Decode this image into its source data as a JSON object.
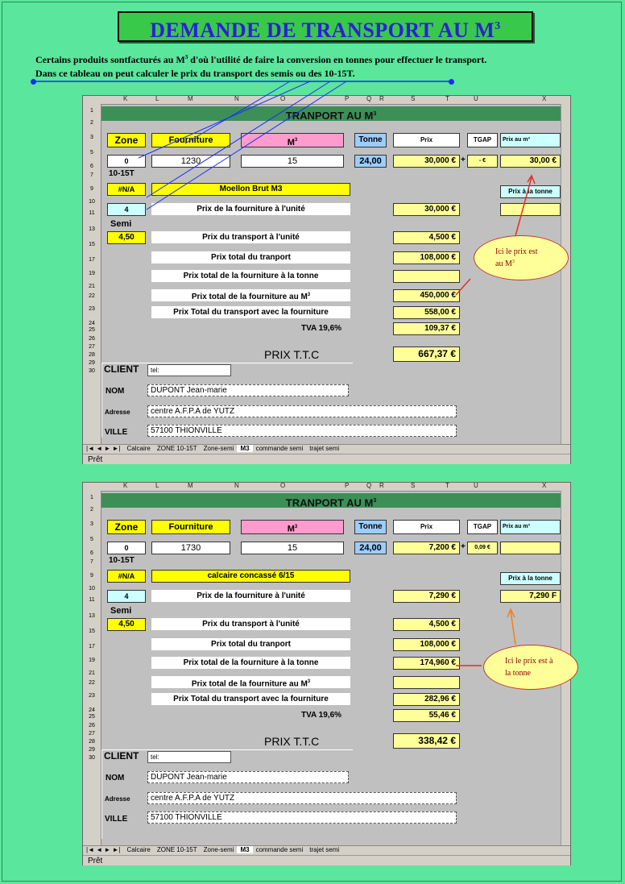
{
  "title": {
    "main": "DEMANDE DE TRANSPORT AU M",
    "sup": "3"
  },
  "intro": {
    "line1_a": "Certains produits sontfacturés au M",
    "line1_sup": "3",
    "line1_b": " d'où l'utilité de faire la conversion en tonnes pour effectuer le transport.",
    "line2": "Dans ce tableau on peut calculer le prix du transport des semis ou des 10-15T."
  },
  "sheets": [
    {
      "header": "TRANPORT AU M",
      "header_sup": "3",
      "columns": [
        "K",
        "L",
        "M",
        "N",
        "O",
        "P",
        "Q",
        "R",
        "S",
        "T",
        "U",
        "X"
      ],
      "rows": [
        "1",
        "2",
        "3",
        "5",
        "6",
        "7",
        "9",
        "10",
        "11",
        "13",
        "15",
        "17",
        "19",
        "21",
        "22",
        "23",
        "24",
        "25",
        "26",
        "27",
        "28",
        "29",
        "30"
      ],
      "zone_label": "Zone",
      "fourniture_label": "Fourniture",
      "m3_label": "M",
      "m3_sup": "3",
      "tonne_label": "Tonne",
      "prix_label": "Prix",
      "tgap_label": "TGAP",
      "prix_au_m3_label": "Prix au m³",
      "zone_value": "0",
      "fourniture_value": "1230",
      "m3_value": "15",
      "tonne_value": "24,00",
      "prix_value": "30,000 €",
      "plus": "+",
      "tgap_value": "-    €",
      "prix_au_m3_value": "30,00 €",
      "zone_1015": "10-15T",
      "na": "#N/A",
      "product": "Moellon Brut M3",
      "prix_a_la_tonne_label": "Prix à la tonne",
      "row9_value": "4",
      "semi_label": "Semi",
      "semi_value": "4,50",
      "labels": {
        "fourniture_unite": "Prix de la fourniture à l'unité",
        "transport_unite": "Prix du transport à l'unité",
        "total_transport": "Prix total du tranport",
        "total_fourniture_tonne": "Prix total de la fourniture à la tonne",
        "total_fourniture_m3": "Prix total de la fourniture au M",
        "total_transport_fourniture": "Prix Total du transport avec la fourniture",
        "tva": "TVA 19,6%",
        "ttc": "PRIX T.T.C"
      },
      "values": {
        "fourniture_unite": "30,000 €",
        "transport_unite": "4,500 €",
        "total_transport": "108,000 €",
        "total_fourniture_tonne": "",
        "total_fourniture_m3": "450,000 €",
        "total_transport_fourniture": "558,00 €",
        "tva": "109,37 €",
        "ttc": "667,37 €"
      },
      "prix_tonne_value": "",
      "client_label": "CLIENT",
      "tel_label": "tel:",
      "nom_label": "NOM",
      "nom_value": "DUPONT Jean-marie",
      "adresse_label": "Adresse",
      "adresse_value": "centre A.F.P.A de YUTZ",
      "ville_label": "VILLE",
      "ville_value": "57100  THIONVILLE",
      "tabs": [
        "Calcaire",
        "ZONE 10-15T",
        "Zone-semi",
        "M3",
        "commande semi",
        "trajet semi"
      ],
      "active_tab": "M3",
      "status": "Prêt",
      "note": {
        "line1": "Ici le prix est",
        "line2": "au M",
        "sup": "3"
      }
    },
    {
      "header": "TRANPORT AU M",
      "header_sup": "3",
      "columns": [
        "K",
        "L",
        "M",
        "N",
        "O",
        "P",
        "Q",
        "R",
        "S",
        "T",
        "U",
        "X"
      ],
      "rows": [
        "1",
        "2",
        "3",
        "5",
        "6",
        "7",
        "9",
        "10",
        "11",
        "13",
        "15",
        "17",
        "19",
        "21",
        "22",
        "23",
        "24",
        "25",
        "26",
        "27",
        "28",
        "29",
        "30"
      ],
      "zone_label": "Zone",
      "fourniture_label": "Fourniture",
      "m3_label": "M",
      "m3_sup": "3",
      "tonne_label": "Tonne",
      "prix_label": "Prix",
      "tgap_label": "TGAP",
      "prix_au_m3_label": "Prix au m³",
      "zone_value": "0",
      "fourniture_value": "1730",
      "m3_value": "15",
      "tonne_value": "24,00",
      "prix_value": "7,200 €",
      "plus": "+",
      "tgap_value": "0,09 €",
      "prix_au_m3_value": "",
      "zone_1015": "10-15T",
      "na": "#N/A",
      "product": "calcaire concassé  6/15",
      "prix_a_la_tonne_label": "Prix à la tonne",
      "row9_value": "4",
      "semi_label": "Semi",
      "semi_value": "4,50",
      "labels": {
        "fourniture_unite": "Prix de la fourniture à l'unité",
        "transport_unite": "Prix du transport à l'unité",
        "total_transport": "Prix total du tranport",
        "total_fourniture_tonne": "Prix total de la fourniture à la tonne",
        "total_fourniture_m3": "Prix total de la fourniture au M",
        "total_transport_fourniture": "Prix Total du transport avec la fourniture",
        "tva": "TVA 19,6%",
        "ttc": "PRIX T.T.C"
      },
      "values": {
        "fourniture_unite": "7,290 €",
        "transport_unite": "4,500 €",
        "total_transport": "108,000 €",
        "total_fourniture_tonne": "174,960 €",
        "total_fourniture_m3": "",
        "total_transport_fourniture": "282,96 €",
        "tva": "55,46 €",
        "ttc": "338,42 €"
      },
      "prix_tonne_value": "7,290 F",
      "client_label": "CLIENT",
      "tel_label": "tel:",
      "nom_label": "NOM",
      "nom_value": "DUPONT Jean-marie",
      "adresse_label": "Adresse",
      "adresse_value": "centre A.F.P.A de YUTZ",
      "ville_label": "VILLE",
      "ville_value": "57100  THIONVILLE",
      "tabs": [
        "Calcaire",
        "ZONE 10-15T",
        "Zone-semi",
        "M3",
        "commande semi",
        "trajet semi"
      ],
      "active_tab": "M3",
      "status": "Prêt",
      "note": {
        "line1": "Ici le prix est à",
        "line2": "la tonne",
        "sup": ""
      }
    }
  ]
}
